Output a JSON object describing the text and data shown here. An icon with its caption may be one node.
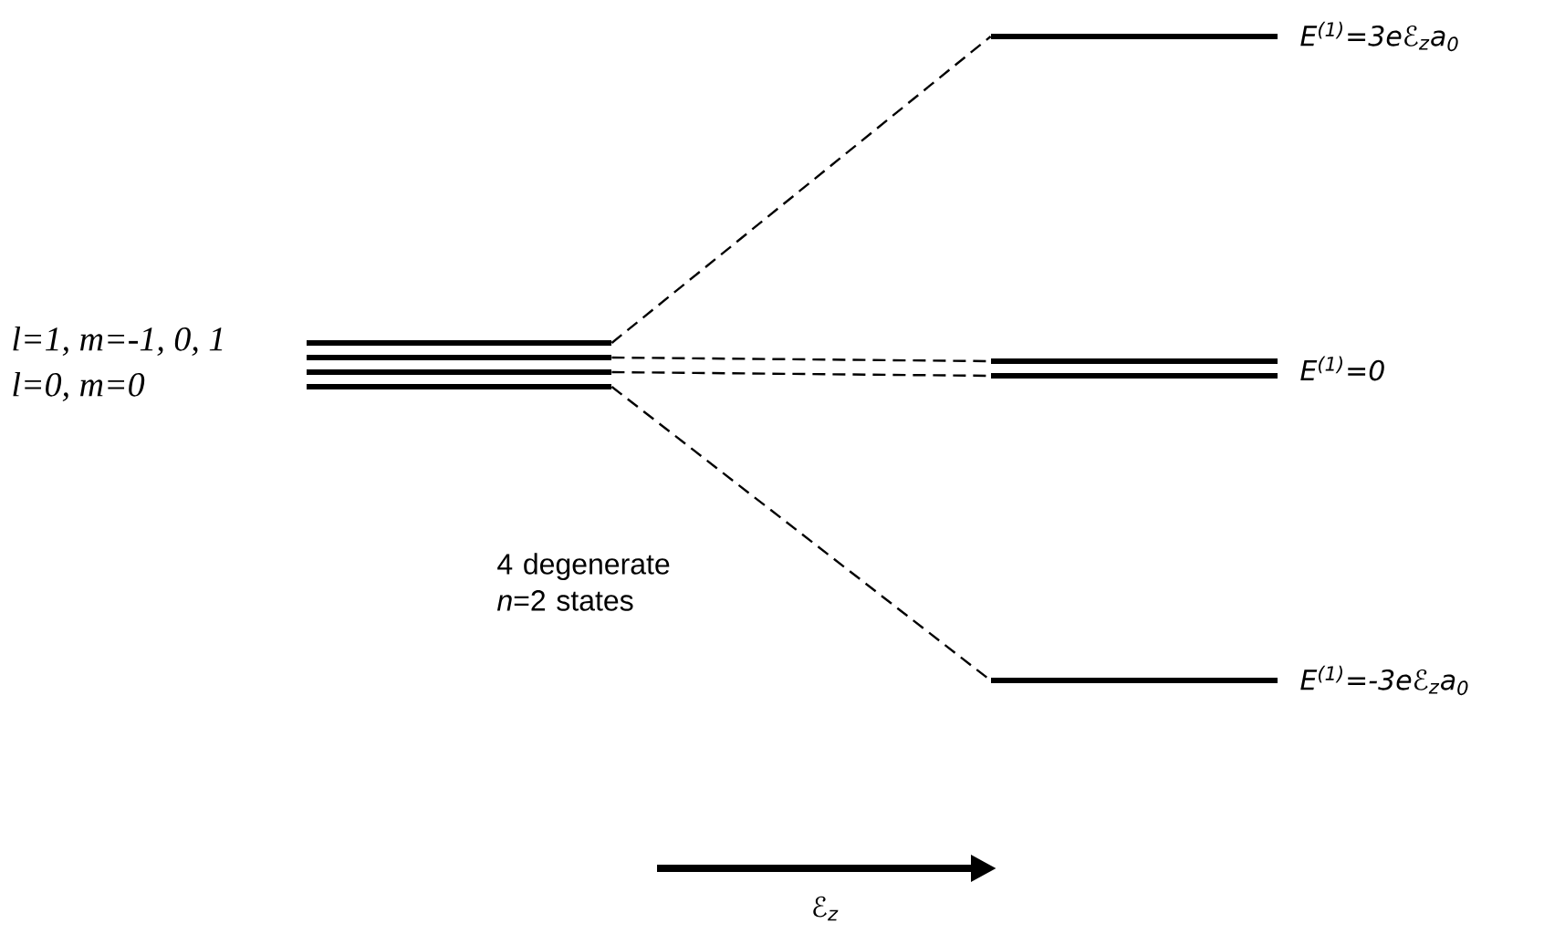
{
  "diagram": {
    "nodes": [
      {
        "text": [],
        "shape": "bar"
      },
      {
        "text": [],
        "shape": "bar"
      },
      {
        "text": [],
        "shape": "bar"
      },
      {
        "text": [],
        "shape": "bar"
      },
      {
        "text": [],
        "shape": "bar",
        "beside": [
          "E$^{(1)}$=3eℰ$_{z}$a$_{0}$"
        ]
      },
      {
        "text": [],
        "shape": "bar",
        "beside": [
          "E$^{(1)}$=0"
        ]
      },
      {
        "text": [],
        "shape": "bar"
      },
      {
        "text": [],
        "shape": "bar",
        "beside": [
          "E$^{(1)}$=-3eℰ$_{z}$a$_{0}$"
        ]
      }
    ],
    "edges": [
      {
        "from": 0,
        "to": 4,
        "arrow": "none",
        "style": "dashed"
      },
      {
        "from": 1,
        "to": 5,
        "arrow": "none",
        "style": "dashed"
      },
      {
        "from": 2,
        "to": 6,
        "arrow": "none",
        "style": "dashed"
      },
      {
        "from": 3,
        "to": 7,
        "arrow": "none",
        "style": "dashed"
      }
    ],
    "labels": [
      "l=1, m=-1, 0, 1",
      "l=0, m=0",
      "4 degenerate *n*=2 states",
      "ℰ$_{z}$"
    ]
  }
}
